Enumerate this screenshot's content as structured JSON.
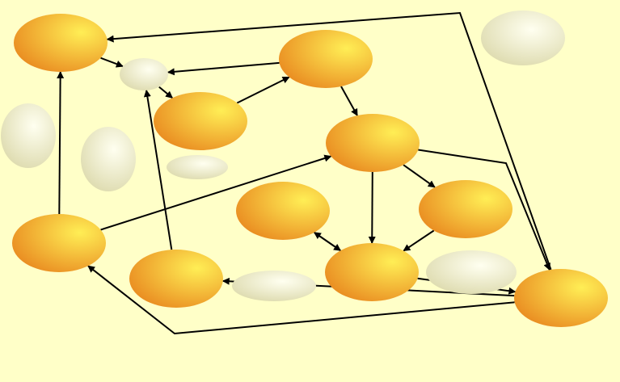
{
  "diagram": {
    "background": "#ffffc8",
    "node_colors": {
      "active_light": "#ffee55",
      "active_dark": "#e8861e",
      "idle_light": "#fffff0",
      "idle_dark": "#d9d6a6"
    },
    "edge_color": "#000000",
    "nodes": [
      {
        "id": "n1",
        "kind": "active"
      },
      {
        "id": "n2",
        "kind": "idle"
      },
      {
        "id": "n3",
        "kind": "active"
      },
      {
        "id": "n4",
        "kind": "active"
      },
      {
        "id": "n5",
        "kind": "idle"
      },
      {
        "id": "n6",
        "kind": "idle"
      },
      {
        "id": "n7",
        "kind": "idle"
      },
      {
        "id": "n8",
        "kind": "idle"
      },
      {
        "id": "n9",
        "kind": "active"
      },
      {
        "id": "n10",
        "kind": "active"
      },
      {
        "id": "n11",
        "kind": "active"
      },
      {
        "id": "n12",
        "kind": "active"
      },
      {
        "id": "n13",
        "kind": "active"
      },
      {
        "id": "n14",
        "kind": "idle"
      },
      {
        "id": "n15",
        "kind": "active"
      },
      {
        "id": "n16",
        "kind": "idle"
      },
      {
        "id": "n17",
        "kind": "active"
      }
    ],
    "edges": [
      {
        "from": "n1",
        "to": "n2"
      },
      {
        "from": "n2",
        "to": "n4"
      },
      {
        "from": "n3",
        "to": "n2"
      },
      {
        "from": "n4",
        "to": "n3"
      },
      {
        "from": "n3",
        "to": "n9"
      },
      {
        "from": "n9",
        "to": "n11"
      },
      {
        "from": "n9",
        "to": "n15"
      },
      {
        "from": "n9",
        "to": "n17"
      },
      {
        "from": "n10",
        "to": "n15"
      },
      {
        "from": "n11",
        "to": "n15"
      },
      {
        "from": "n15",
        "to": "n10"
      },
      {
        "from": "n12",
        "to": "n1"
      },
      {
        "from": "n12",
        "to": "n9"
      },
      {
        "from": "n13",
        "to": "n2"
      },
      {
        "from": "n15",
        "to": "n17"
      },
      {
        "from": "n17",
        "to": "n13"
      },
      {
        "from": "n17",
        "to": "n12"
      },
      {
        "from": "n17",
        "to": "n1"
      }
    ]
  }
}
